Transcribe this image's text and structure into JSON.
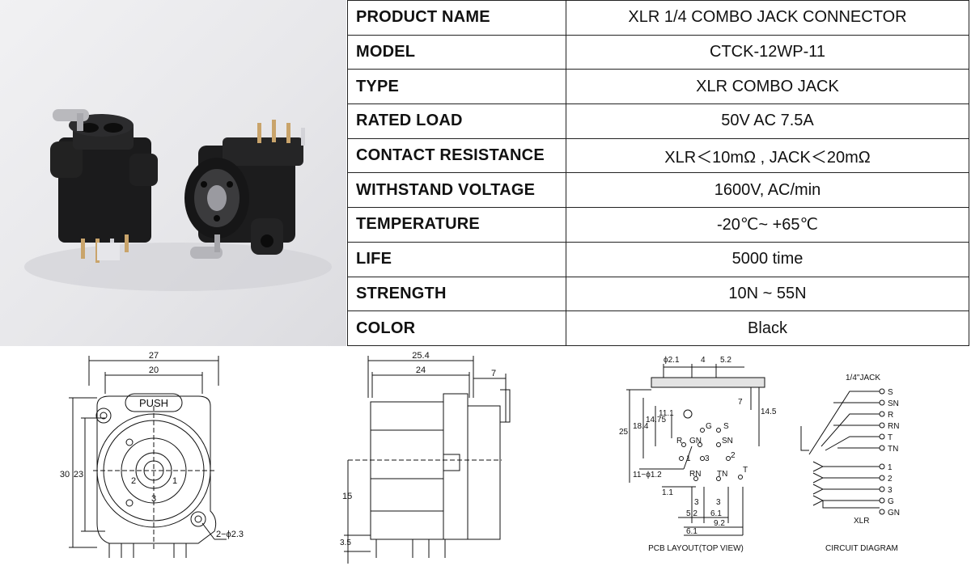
{
  "specs": {
    "rows": [
      {
        "label": "PRODUCT NAME",
        "value": "XLR 1/4 COMBO JACK CONNECTOR"
      },
      {
        "label": "MODEL",
        "value": "CTCK-12WP-11"
      },
      {
        "label": "TYPE",
        "value": "XLR COMBO JACK"
      },
      {
        "label": "RATED LOAD",
        "value": "50V AC 7.5A"
      },
      {
        "label": "CONTACT RESISTANCE",
        "value": "XLR＜10mΩ , JACK＜20mΩ"
      },
      {
        "label": "WITHSTAND VOLTAGE",
        "value": "1600V, AC/min"
      },
      {
        "label": "TEMPERATURE",
        "value": "-20℃~ +65℃"
      },
      {
        "label": "LIFE",
        "value": "5000 time"
      },
      {
        "label": "STRENGTH",
        "value": "10N ~ 55N"
      },
      {
        "label": "COLOR",
        "value": "Black"
      }
    ]
  },
  "front_view": {
    "dim_width": "27",
    "dim_inner_width": "20",
    "dim_height": "30",
    "dim_inner_height": "23",
    "push_label": "PUSH",
    "pin_1": "1",
    "pin_2": "2",
    "pin_3": "3",
    "hole_callout": "2−ϕ2.3"
  },
  "side_view": {
    "dim_length": "25.4",
    "dim_body": "24",
    "dim_tab": "7",
    "dim_center": "15",
    "dim_pin": "3.5"
  },
  "pcb_layout": {
    "dim_hole": "ϕ2.1",
    "dim_4": "4",
    "dim_5_2_top": "5.2",
    "dim_7": "7",
    "dim_14_5": "14.5",
    "dim_25": "25",
    "dim_18_4": "18.4",
    "dim_14_75": "14.75",
    "dim_11_1": "11.1",
    "hole_callout": "11−ϕ1.2",
    "dim_1_1": "1.1",
    "dim_3a": "3",
    "dim_3b": "3",
    "dim_5_2": "5.2",
    "dim_6_1a": "6.1",
    "dim_6_1b": "6.1",
    "dim_9_2": "9.2",
    "pin_g": "G",
    "pin_s": "S",
    "pin_r": "R",
    "pin_gn": "GN",
    "pin_sn": "SN",
    "pin_1": "1",
    "pin_2": "2",
    "pin_3": "3",
    "pin_rn": "RN",
    "pin_tn": "TN",
    "pin_t": "T",
    "caption": "PCB LAYOUT(TOP VIEW)"
  },
  "circuit": {
    "jack_title": "1/4\"JACK",
    "jack_pins": [
      "S",
      "SN",
      "R",
      "RN",
      "T",
      "TN"
    ],
    "xlr_pins": [
      "1",
      "2",
      "3",
      "G",
      "GN"
    ],
    "xlr_title": "XLR",
    "caption": "CIRCUIT DIAGRAM"
  }
}
